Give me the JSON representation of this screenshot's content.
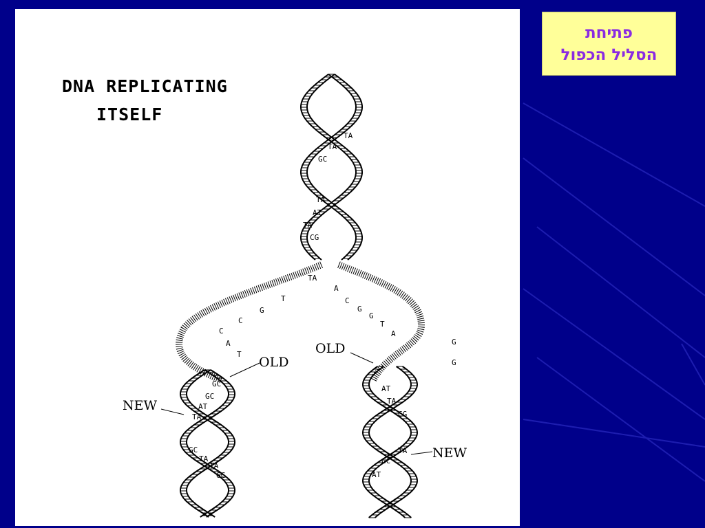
{
  "slide": {
    "title_line1": "פתיחת",
    "title_line2": "הסליל הכפול",
    "colors": {
      "background": "#00008a",
      "title_box": "#ffff99",
      "title_text": "#8a2be2",
      "panel": "#ffffff"
    }
  },
  "diagram": {
    "caption_line1": "DNA REPLICATING",
    "caption_line2": "ITSELF",
    "labels": {
      "old_left": "OLD",
      "old_right": "OLD",
      "new_left": "NEW",
      "new_right": "NEW"
    },
    "parent_pairs": [
      "TA",
      "TA",
      "GC",
      "TA",
      "AT",
      "TA",
      "CG",
      "TA"
    ],
    "left_unpaired": [
      "T",
      "G",
      "C",
      "C",
      "A",
      "T"
    ],
    "right_unpaired": [
      "A",
      "C",
      "G",
      "G",
      "T",
      "A"
    ],
    "right_far": [
      "G",
      "G"
    ],
    "left_daughter_pairs": [
      "GC",
      "GC",
      "AT",
      "TA",
      "GC",
      "TA",
      "TA",
      "GC"
    ],
    "right_daughter_pairs": [
      "AT",
      "TA",
      "CG",
      "TA",
      "GC",
      "AT"
    ]
  }
}
